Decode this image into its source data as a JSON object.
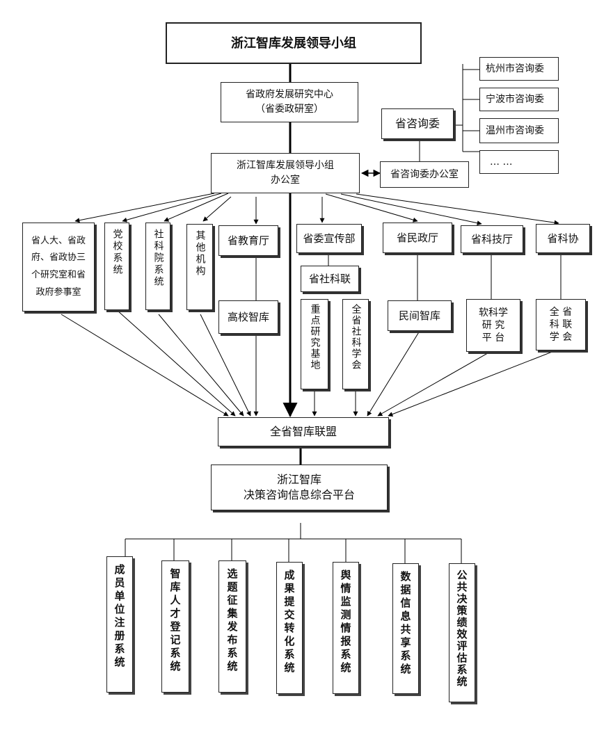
{
  "top": "浙江智库发展领导小组",
  "research_center": "省政府发展研究中心\n（省委政研室）",
  "advisory": "省咨询委",
  "advisory_office": "省咨询委办公室",
  "cities": [
    "杭州市咨询委",
    "宁波市咨询委",
    "温州市咨询委",
    "… …"
  ],
  "office": "浙江智库发展领导小组\n办公室",
  "units": {
    "npc": "省人大、省政府、省政协三个研究室和省政府参事室",
    "party_school": "党校系统",
    "academy": "社科院系统",
    "others": "其他机构",
    "education": "省教育厅",
    "university": "高校智库",
    "propaganda": "省委宣传部",
    "social_federation": "省社科联",
    "research_base": "重点研究基地",
    "societies": "全省社科学会",
    "civil_affairs": "省民政厅",
    "folk": "民间智库",
    "sci_tech": "省科技厅",
    "soft_science": "软科学\n研 究\n平 台",
    "sci_assoc": "省科协",
    "sci_assoc_member": "全 省\n科 联\n学 会"
  },
  "alliance": "全省智库联盟",
  "platform": "浙江智库\n决策咨询信息综合平台",
  "systems": [
    "成员单位注册系统",
    "智库人才登记系统",
    "选题征集发布系统",
    "成果提交转化系统",
    "舆情监测情报系统",
    "数据信息共享系统",
    "公共决策绩效评估系统"
  ]
}
